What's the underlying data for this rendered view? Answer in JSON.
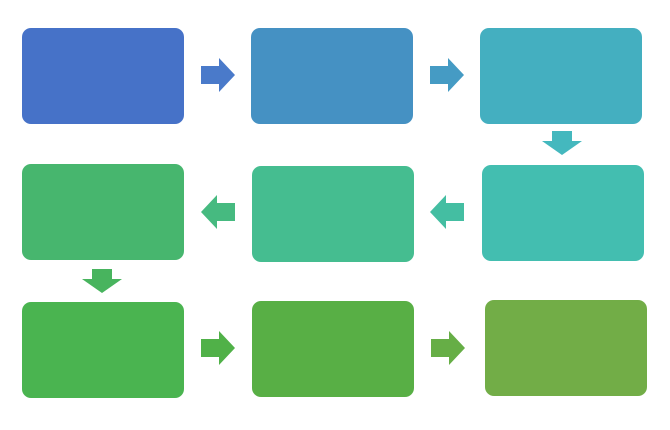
{
  "diagram": {
    "type": "snake-process-flow",
    "rows": 3,
    "columns": 3,
    "boxes": [
      {
        "step": 1,
        "color": "#4672C8"
      },
      {
        "step": 2,
        "color": "#4591C3"
      },
      {
        "step": 3,
        "color": "#44AFC0"
      },
      {
        "step": 4,
        "color": "#43BEB0"
      },
      {
        "step": 5,
        "color": "#45BD90"
      },
      {
        "step": 6,
        "color": "#47B66E"
      },
      {
        "step": 7,
        "color": "#4AB450"
      },
      {
        "step": 8,
        "color": "#58AF45"
      },
      {
        "step": 9,
        "color": "#72AD47"
      }
    ],
    "arrows": [
      {
        "from": 1,
        "to": 2,
        "direction": "right",
        "color": "#4A7ACA"
      },
      {
        "from": 2,
        "to": 3,
        "direction": "right",
        "color": "#459BC4"
      },
      {
        "from": 3,
        "to": 4,
        "direction": "down",
        "color": "#44B8BE"
      },
      {
        "from": 4,
        "to": 5,
        "direction": "left",
        "color": "#44BEA2"
      },
      {
        "from": 5,
        "to": 6,
        "direction": "left",
        "color": "#46BA80"
      },
      {
        "from": 6,
        "to": 7,
        "direction": "down",
        "color": "#48B45E"
      },
      {
        "from": 7,
        "to": 8,
        "direction": "right",
        "color": "#50B148"
      },
      {
        "from": 8,
        "to": 9,
        "direction": "right",
        "color": "#66AE46"
      }
    ]
  }
}
